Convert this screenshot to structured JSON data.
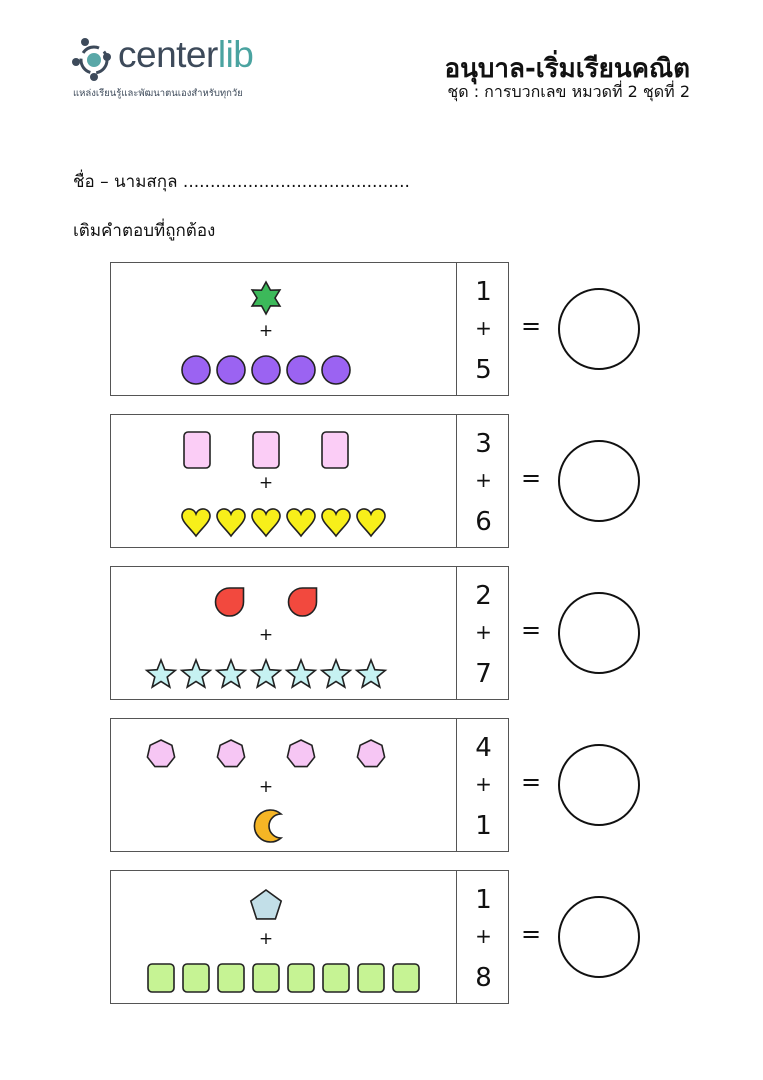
{
  "header": {
    "logo_text_main": "center",
    "logo_text_accent": "lib",
    "tagline": "แหล่งเรียนรู้และพัฒนาตนเองสำหรับทุกวัย",
    "title": "อนุบาล-เริ่มเรียนคณิต",
    "subtitle": "ชุด : การบวกเลข หมวดที่ 2 ชุดที่ 2"
  },
  "name_line": "ชื่อ – นามสกุล ..........................................",
  "instruction": "เติมคำตอบที่ถูกต้อง",
  "plus": "+",
  "equals": "=",
  "problems": [
    {
      "a": "1",
      "b": "5",
      "top": {
        "shape": "six-point-star",
        "count": 1,
        "color": "#3cb95a"
      },
      "bottom": {
        "shape": "circle",
        "count": 5,
        "color": "#9b63f2"
      }
    },
    {
      "a": "3",
      "b": "6",
      "top": {
        "shape": "rounded-rect",
        "count": 3,
        "color": "#fbcdf6"
      },
      "bottom": {
        "shape": "heart",
        "count": 6,
        "color": "#f7ef1a"
      }
    },
    {
      "a": "2",
      "b": "7",
      "top": {
        "shape": "drop",
        "count": 2,
        "color": "#f2493e"
      },
      "bottom": {
        "shape": "star",
        "count": 7,
        "color": "#c6f2f2"
      }
    },
    {
      "a": "4",
      "b": "1",
      "top": {
        "shape": "heptagon",
        "count": 4,
        "color": "#f6c6f4"
      },
      "bottom": {
        "shape": "moon",
        "count": 1,
        "color": "#f5b525"
      }
    },
    {
      "a": "1",
      "b": "8",
      "top": {
        "shape": "pentagon",
        "count": 1,
        "color": "#c2dfe8"
      },
      "bottom": {
        "shape": "rounded-square",
        "count": 8,
        "color": "#c6f394"
      }
    }
  ]
}
